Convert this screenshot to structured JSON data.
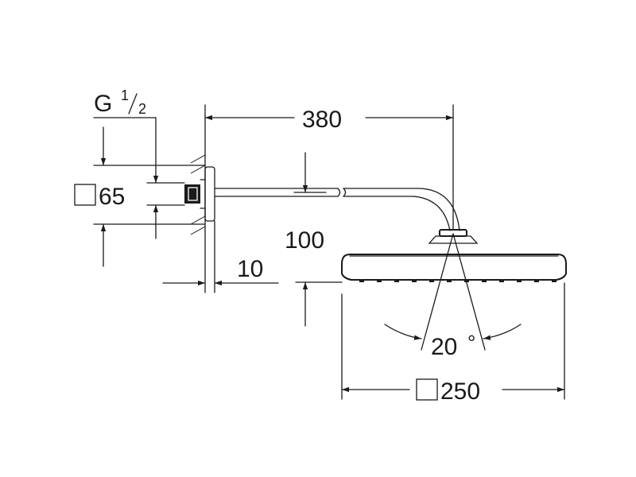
{
  "drawing": {
    "thread_label": "G",
    "thread_num": "1",
    "thread_den": "2",
    "flange_size": "65",
    "arm_length": "380",
    "drop_height": "100",
    "wall_offset": "10",
    "tilt_angle": "20",
    "angle_unit": "°",
    "head_size": "250"
  },
  "icons": {
    "square_symbol": "square-size-icon"
  }
}
